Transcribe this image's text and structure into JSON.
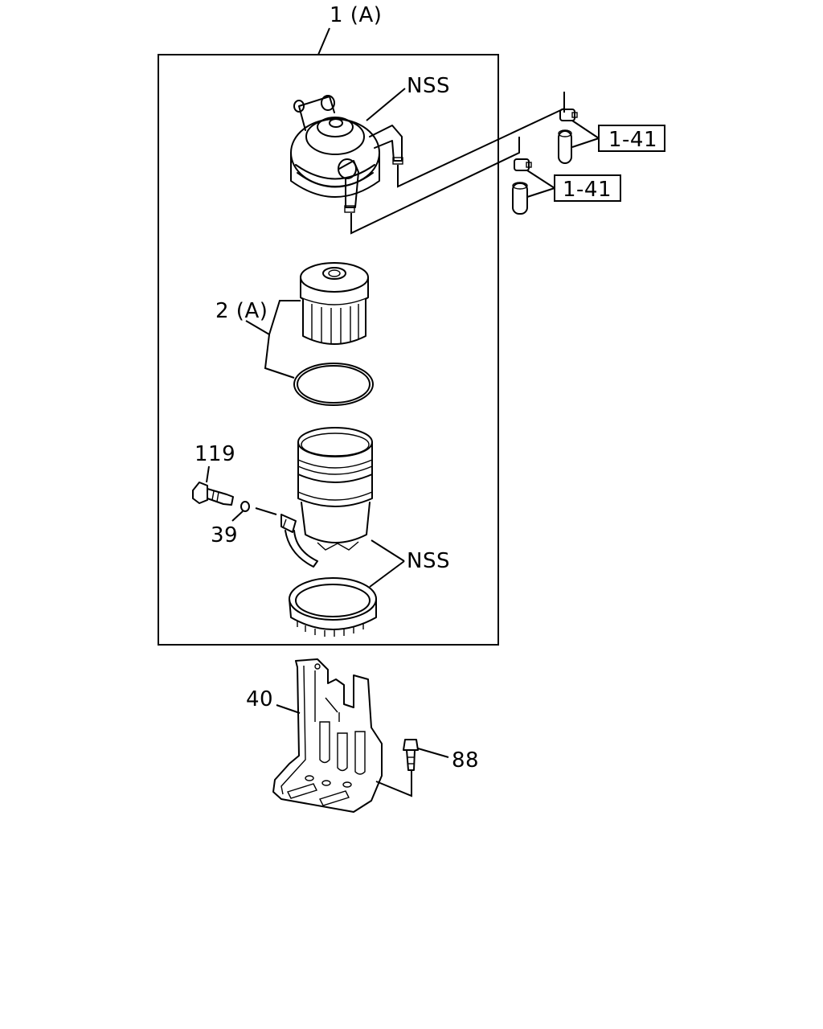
{
  "callouts": {
    "assembly": "1 (A)",
    "element_kit": "2 (A)",
    "nss_top": "NSS",
    "nss_bottom": "NSS",
    "ref_upper": "1-41",
    "ref_lower": "1-41",
    "sensor": "119",
    "o_ring": "39",
    "bracket": "40",
    "bolt": "88"
  },
  "colors": {
    "line": "#000000",
    "background": "#ffffff"
  }
}
